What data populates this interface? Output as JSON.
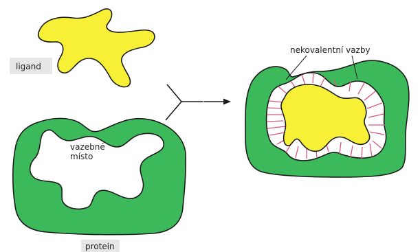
{
  "labels": {
    "ligand": "ligand",
    "binding_site_line1": "vazebné",
    "binding_site_line2": "místo",
    "protein": "protein",
    "noncovalent_bonds": "nekovalentní vazby"
  },
  "colors": {
    "protein": "#3cb95a",
    "ligand": "#f8ef37",
    "bond": "#d8577f",
    "outline": "#1c1c1c",
    "label_background": "#e6e6e6"
  }
}
